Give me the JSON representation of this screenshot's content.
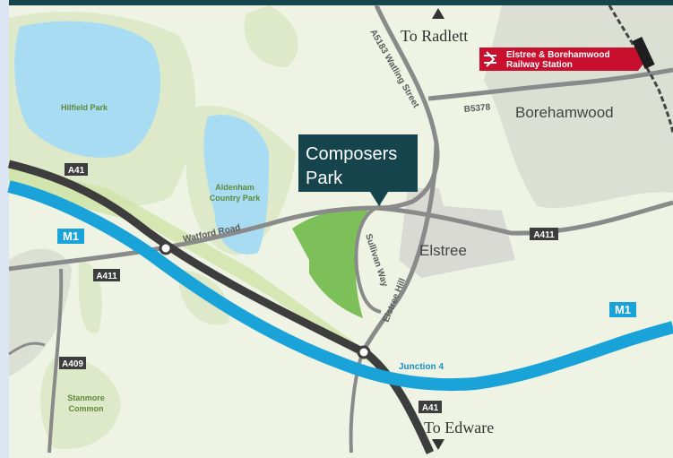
{
  "map": {
    "directions": {
      "north": "To Radlett",
      "south": "To Edware"
    },
    "railway_station": "Elstree & Borehamwood Railway Station",
    "railway_station_lines": [
      "Elstree & Borehamwood",
      "Railway Station"
    ],
    "destination": {
      "lines": [
        "Composers",
        "Park"
      ]
    },
    "places": {
      "borehamwood": "Borehamwood",
      "elstree": "Elstree"
    },
    "green_areas": {
      "hilfield": "Hilfield Park",
      "aldenham_lines": [
        "Aldenham",
        "Country Park"
      ],
      "stanmore_lines": [
        "Stanmore",
        "Common"
      ]
    },
    "roads": {
      "a5183": "A5183 Watling Street",
      "b5378": "B5378",
      "watford_road": "Watford Road",
      "sullivan_way": "Sullivan Way",
      "elstree_hill": "Elstree Hill",
      "junction": "Junction 4"
    },
    "badges": {
      "a41_top": "A41",
      "a41_bottom": "A41",
      "a411_left": "A411",
      "a411_right": "A411",
      "a409": "A409",
      "m1_left": "M1",
      "m1_right": "M1"
    },
    "colors": {
      "background": "#eef3e4",
      "motorway": "#1aa3d8",
      "a_road": "#3d3d3d",
      "minor_road": "#888888",
      "water": "#a8dcf3",
      "highlight_green": "#7dc05a",
      "callout": "#16444d",
      "rail_badge": "#c8102e"
    }
  }
}
